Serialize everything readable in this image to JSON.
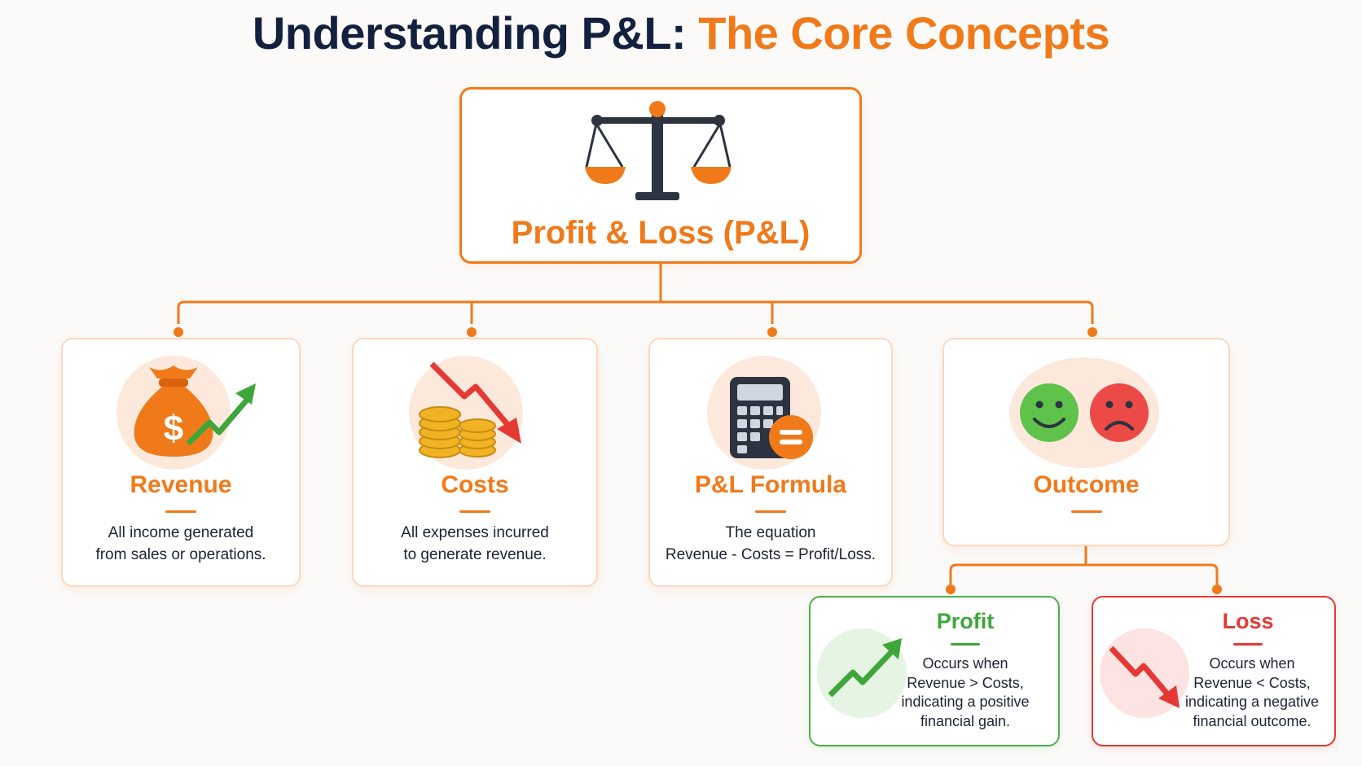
{
  "title": {
    "part1": "Understanding P&L:",
    "part2": "The Core Concepts"
  },
  "root": {
    "label": "Profit & Loss (P&L)",
    "icon": "balance-scale-icon"
  },
  "cards": [
    {
      "title": "Revenue",
      "desc_line1": "All income generated",
      "desc_line2": "from sales or operations.",
      "icon": "money-bag-up-arrow-icon"
    },
    {
      "title": "Costs",
      "desc_line1": "All expenses incurred",
      "desc_line2": "to generate revenue.",
      "icon": "coins-down-arrow-icon"
    },
    {
      "title": "P&L Formula",
      "desc_line1": "The equation",
      "desc_line2": "Revenue - Costs = Profit/Loss.",
      "icon": "calculator-equals-icon"
    },
    {
      "title": "Outcome",
      "icon": "happy-sad-faces-icon"
    }
  ],
  "outcomes": {
    "profit": {
      "title": "Profit",
      "lines": [
        "Occurs when",
        "Revenue > Costs,",
        "indicating a positive",
        "financial gain."
      ],
      "icon": "trend-up-arrow-icon"
    },
    "loss": {
      "title": "Loss",
      "lines": [
        "Occurs when",
        "Revenue < Costs,",
        "indicating a negative",
        "financial outcome."
      ],
      "icon": "trend-down-arrow-icon"
    }
  },
  "colors": {
    "accent": "#f07a1a",
    "navy": "#13213f",
    "profit": "#4cb04a",
    "loss": "#e53935",
    "card_border": "#fbd8bf",
    "icon_bg": "#fde9dc"
  }
}
